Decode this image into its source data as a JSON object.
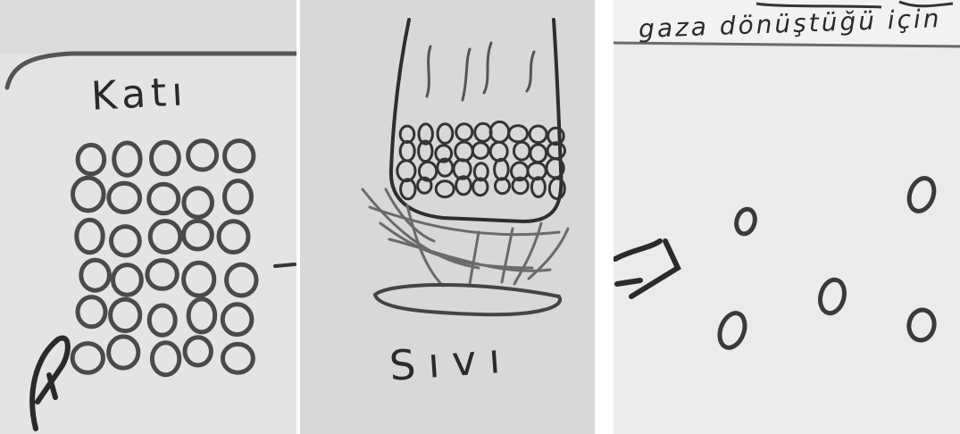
{
  "panels": [
    {
      "label": "Katı",
      "content": "solid-particles-drawing"
    },
    {
      "label": "Sıvı",
      "content": "liquid-in-container-drawing"
    },
    {
      "label": "gaza dönüştüğü için",
      "content": "gas-particles-drawing"
    }
  ],
  "colors": {
    "ink": "#3a3a3a",
    "paper_left": "#e6e6e6",
    "paper_middle": "#d9d9d9",
    "paper_right": "#ececec"
  },
  "icons": {
    "arrow_panel_1": "hand-drawn-arrow-icon",
    "arrow_panel_3": "hand-drawn-arrow-icon"
  }
}
